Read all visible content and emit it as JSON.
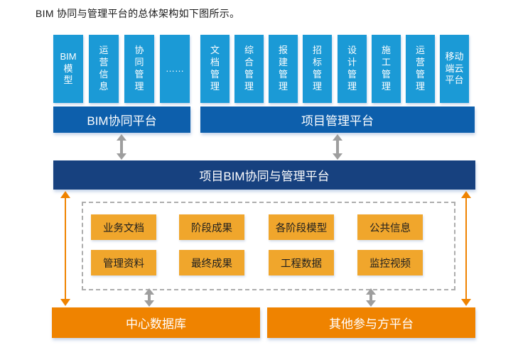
{
  "caption": "BIM 协同与管理平台的总体架构如下图所示。",
  "platforms": {
    "bim": {
      "label": "BIM协同平台",
      "modules": [
        "BIM\n模\n型",
        "运\n营\n信\n息",
        "协\n同\n管\n理",
        "……"
      ]
    },
    "project": {
      "label": "项目管理平台",
      "modules": [
        "文\n档\n管\n理",
        "综\n合\n管\n理",
        "报\n建\n管\n理",
        "招\n标\n管\n理",
        "设\n计\n管\n理",
        "施\n工\n管\n理",
        "运\n营\n管\n理",
        "移动\n端云\n平台"
      ]
    }
  },
  "core": {
    "label": "项目BIM协同与管理平台"
  },
  "data_zone": {
    "row1": [
      "业务文档",
      "阶段成果",
      "各阶段模型",
      "公共信息"
    ],
    "row2": [
      "管理资料",
      "最终成果",
      "工程数据",
      "监控视频"
    ]
  },
  "bases": {
    "left": "中心数据库",
    "right": "其他参与方平台"
  },
  "colors": {
    "module_blue": "#1B9AD6",
    "platform_blue": "#0D5FAC",
    "core_navy": "#17417F",
    "amber": "#F0A62C",
    "orange": "#EF8300",
    "arrow_gray": "#9E9E9E",
    "dash_gray": "#ADADAD"
  }
}
